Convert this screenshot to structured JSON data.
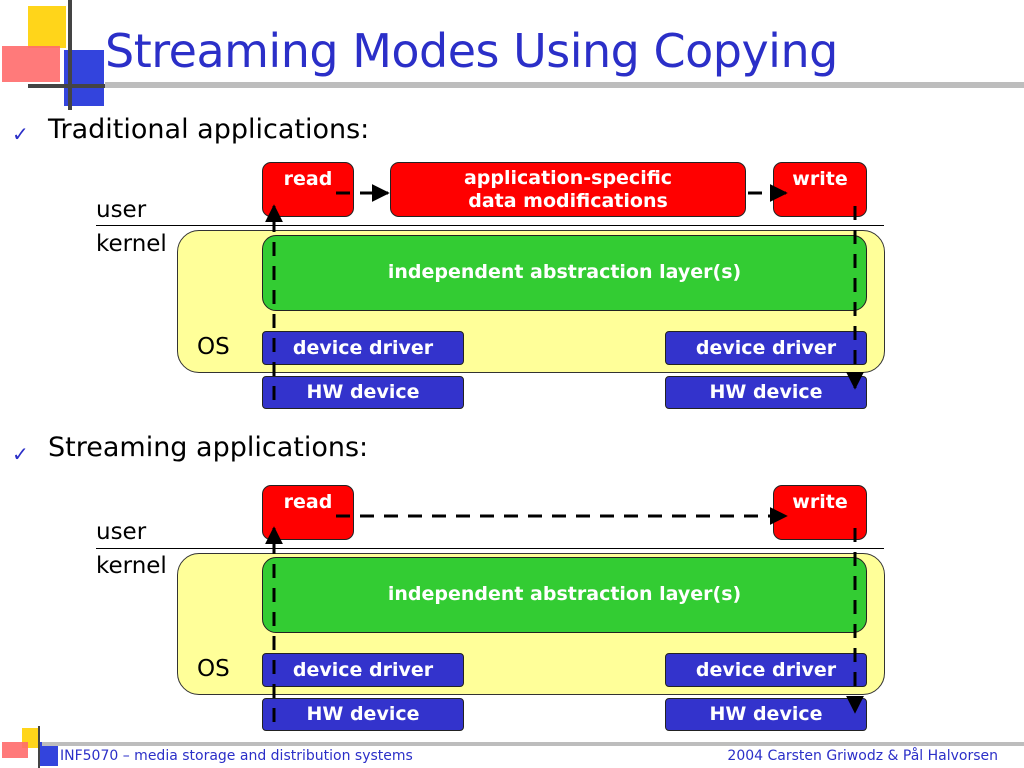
{
  "slide": {
    "title": "Streaming Modes Using Copying",
    "footer_left": "INF5070 – media storage and distribution systems",
    "footer_right": "2004  Carsten Griwodz & Pål Halvorsen"
  },
  "sections": [
    {
      "bullet": "Traditional applications:",
      "user_label": "user",
      "kernel_label": "kernel",
      "os_label": "OS",
      "read_label": "read",
      "modify_line1": "application-specific",
      "modify_line2": "data modifications",
      "write_label": "write",
      "layer_label": "independent abstraction layer(s)",
      "driver_left": "device driver",
      "driver_right": "device driver",
      "hw_left": "HW device",
      "hw_right": "HW device"
    },
    {
      "bullet": "Streaming applications:",
      "user_label": "user",
      "kernel_label": "kernel",
      "os_label": "OS",
      "read_label": "read",
      "write_label": "write",
      "layer_label": "independent abstraction layer(s)",
      "driver_left": "device driver",
      "driver_right": "device driver",
      "hw_left": "HW device",
      "hw_right": "HW device"
    }
  ],
  "colors": {
    "title": "#2b2fc8",
    "red_box": "#ff0000",
    "green_box": "#33cc33",
    "blue_box": "#3333cc",
    "os_panel": "#ffff99"
  },
  "icons": {
    "bullet": "checkmark-icon"
  }
}
